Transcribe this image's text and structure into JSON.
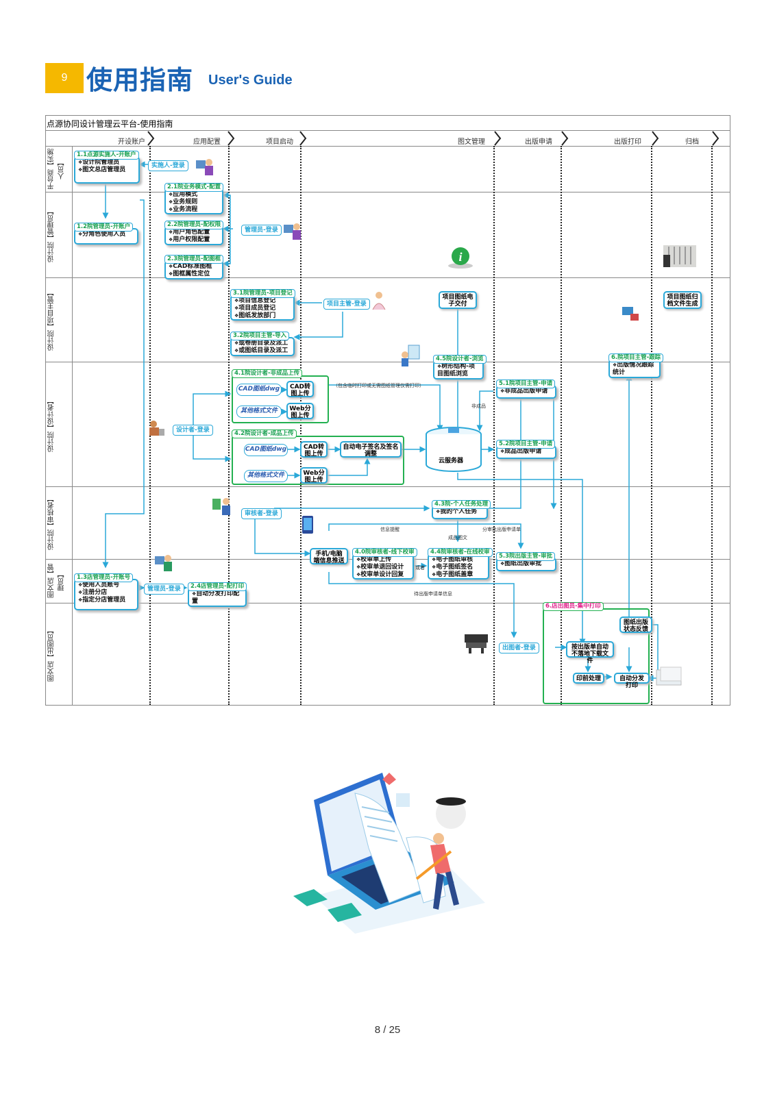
{
  "header": {
    "section_number": "9",
    "title": "使用指南",
    "subtitle": "User's Guide"
  },
  "diagram": {
    "title": "点源协同设计管理云平台-使用指南",
    "phases": [
      "开设账户",
      "应用配置",
      "项目启动",
      "图文管理",
      "出版申请",
      "出版打印",
      "归档"
    ],
    "lanes": [
      "平台商【实施人员】",
      "设计院【管理员】",
      "设计院【项目主管】",
      "设计院【设计者】",
      "设计院【审核者】",
      "图文店【管理员】",
      "图文店【出图员】"
    ],
    "boxes": {
      "b11": {
        "tag": "1.1点源实施人-开账户",
        "items": [
          "设计院管理员",
          "图文总店管理员"
        ]
      },
      "b12": {
        "tag": "1.2院管理员-开账户",
        "items": [
          "分角色使用人员"
        ]
      },
      "b13": {
        "tag": "1.3店管理员-开账号",
        "items": [
          "使用人员账号",
          "注册分店",
          "指定分店管理员"
        ]
      },
      "b21": {
        "tag": "2.1院业务模式-配置",
        "items": [
          "应用模式",
          "业务规则",
          "业务流程"
        ]
      },
      "b22": {
        "tag": "2.2院管理员-配权限",
        "items": [
          "用户角色配置",
          "用户权限配置"
        ]
      },
      "b23": {
        "tag": "2.3院管理员-配图框",
        "items": [
          "CAD标准图框",
          "图框属性定位"
        ]
      },
      "b24": {
        "tag": "2.4店管理员-配打印",
        "items": [
          "自动分发打印配置"
        ]
      },
      "b31": {
        "tag": "3.1院管理员-项目登记",
        "items": [
          "项目信息登记",
          "项目成员登记",
          "图纸发放部门"
        ]
      },
      "b32": {
        "tag": "3.2院项目主管-导入",
        "items": [
          "或卷册目录及派工",
          "或图纸目录及派工"
        ]
      },
      "b40": {
        "tag": "4.0院审核者-线下校审",
        "items": [
          "校审单上传",
          "校审单退回设计",
          "校审单设计回复"
        ]
      },
      "b43": {
        "tag": "4.3院-个人任务处理",
        "items": [
          "我的个人任务"
        ]
      },
      "b44": {
        "tag": "4.4院审核者-在线校审",
        "items": [
          "电子图纸审核",
          "电子图纸签名",
          "电子图纸盖章"
        ]
      },
      "b45": {
        "tag": "4.5院设计者-浏览",
        "items": [
          "树形结构-项目图纸浏览"
        ]
      },
      "b51": {
        "tag": "5.1院项目主管-申请",
        "items": [
          "非成品出版申请"
        ]
      },
      "b52": {
        "tag": "5.2院项目主管-申请",
        "items": [
          "成品出版申请"
        ]
      },
      "b53": {
        "tag": "5.3院出版主管-审批",
        "items": [
          "图纸出版审批"
        ]
      },
      "b6a": {
        "tag": "6.院项目主管-跟踪",
        "items": [
          "出版情况跟踪统计"
        ]
      }
    },
    "groups": {
      "g41": "4.1院设计者-非成品上传",
      "g42": "4.2院设计者-成品上传",
      "g6": "6.店出图员-集中打印"
    },
    "logins": {
      "impl": "实施人-登录",
      "admin1": "管理员-登录",
      "pm": "项目主管-登录",
      "designer": "设计者-登录",
      "reviewer": "审核者-登录",
      "admin2": "管理员-登录",
      "printer": "出图者-登录"
    },
    "items": {
      "cad_dwg": "CAD图纸dwg",
      "other_fmt": "其他格式文件",
      "cad_split": "CAD转图上传",
      "web_split": "Web分图上传",
      "cad_dwg2": "CAD图纸dwg",
      "other_fmt2": "其他格式文件",
      "cad_split2": "CAD转图上传",
      "web_split2": "Web分图上传",
      "auto_sign": "自动电子签名及签名调整",
      "cloud": "云服务器",
      "e_delivery": "项目图纸电子交付",
      "archive": "项目图纸归档文件生成",
      "mobile": "手机/电脑端信息推送",
      "status_feedback": "图纸出版状态反馈",
      "download": "按出版单自动不落地下载文件",
      "preprint": "印前处理",
      "autoprint": "自动分发打印"
    },
    "notes": {
      "n1": "（包含临时打印或无需图纸管理仅需打印）",
      "n2": "非成品",
      "n3": "信息提醒",
      "n4": "成品图文",
      "n5": "分审批出版申请单",
      "n6": "或者",
      "n7": "待出版申请单信息"
    }
  },
  "footer": {
    "page": "8 / 25"
  }
}
